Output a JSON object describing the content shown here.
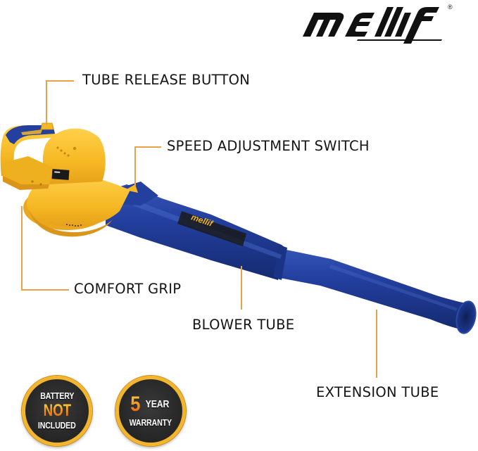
{
  "brand": {
    "name": "mellif",
    "registered_mark": "®"
  },
  "product": {
    "type": "leaf blower",
    "body_color": "#f5b824",
    "tube_color": "#1f3a8f",
    "tube_logo": "mellif"
  },
  "callouts": [
    {
      "id": "tube-release-button",
      "label": "TUBE RELEASE BUTTON"
    },
    {
      "id": "speed-adjustment-switch",
      "label": "SPEED ADJUSTMENT SWITCH"
    },
    {
      "id": "comfort-grip",
      "label": "COMFORT GRIP"
    },
    {
      "id": "blower-tube",
      "label": "BLOWER TUBE"
    },
    {
      "id": "extension-tube",
      "label": "EXTENSION TUBE"
    }
  ],
  "callout_line_color": "#e8a24a",
  "badges": [
    {
      "id": "battery-not-included",
      "line1": "BATTERY",
      "line2": "NOT",
      "line3": "INCLUDED"
    },
    {
      "id": "warranty",
      "number": "5",
      "line1": "YEAR",
      "line2": "WARRANTY"
    }
  ],
  "badge_colors": {
    "ring": "#f2b52b",
    "fill": "#2a2a2a",
    "highlight": "#f07a14"
  }
}
